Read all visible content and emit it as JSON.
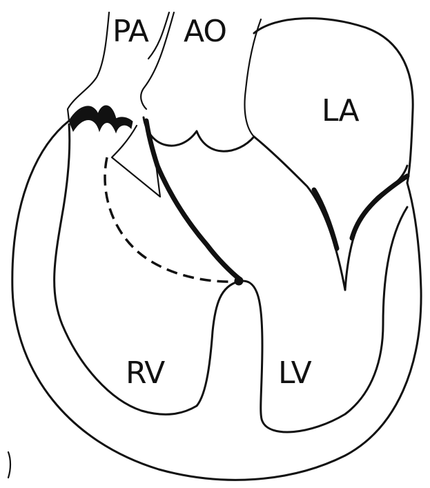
{
  "labels": {
    "pa": "PA",
    "ao": "AO",
    "la": "LA",
    "rv": "RV",
    "lv": "LV"
  }
}
